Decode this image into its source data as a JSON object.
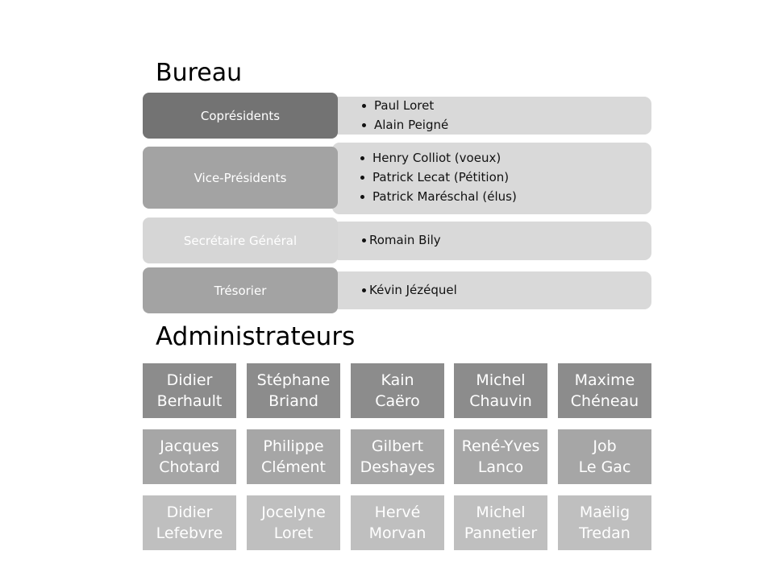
{
  "bureau": {
    "title": "Bureau",
    "roles": [
      {
        "label": "Coprésidents",
        "members": [
          "Paul Loret",
          "Alain Peigné"
        ]
      },
      {
        "label": "Vice-Présidents",
        "members": [
          "Henry Colliot (voeux)",
          "Patrick Lecat (Pétition)",
          "Patrick Maréschal (élus)"
        ]
      },
      {
        "label": "Secrétaire Général",
        "members": [
          "Romain Bily"
        ]
      },
      {
        "label": "Trésorier",
        "members": [
          "Kévin Jézéquel"
        ]
      }
    ]
  },
  "administrateurs": {
    "title": "Administrateurs",
    "rows": [
      [
        {
          "first": "Didier",
          "last": "Berhault"
        },
        {
          "first": "Stéphane",
          "last": "Briand"
        },
        {
          "first": "Kain",
          "last": "Caëro"
        },
        {
          "first": "Michel",
          "last": "Chauvin"
        },
        {
          "first": "Maxime",
          "last": "Chéneau"
        }
      ],
      [
        {
          "first": "Jacques",
          "last": "Chotard"
        },
        {
          "first": "Philippe",
          "last": "Clément"
        },
        {
          "first": "Gilbert",
          "last": "Deshayes"
        },
        {
          "first": "René-Yves",
          "last": "Lanco"
        },
        {
          "first": "Job",
          "last": "Le Gac"
        }
      ],
      [
        {
          "first": "Didier",
          "last": "Lefebvre"
        },
        {
          "first": "Jocelyne",
          "last": "Loret"
        },
        {
          "first": "Hervé",
          "last": "Morvan"
        },
        {
          "first": "Michel",
          "last": "Pannetier"
        },
        {
          "first": "Maëlig",
          "last": "Tredan"
        }
      ]
    ]
  },
  "colors": {
    "role_fills": [
      "#737373",
      "#a3a3a3",
      "#d6d6d6",
      "#a3a3a3"
    ],
    "panel_fill": "#d9d9d9",
    "tile_row_fills": [
      "#8c8c8c",
      "#a6a6a6",
      "#bfbfbf"
    ]
  }
}
